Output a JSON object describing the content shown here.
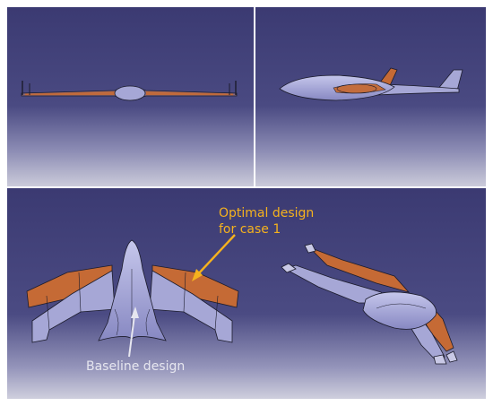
{
  "annotations": {
    "optimal_line1": "Optimal design",
    "optimal_line2": "for case 1",
    "baseline": "Baseline design"
  },
  "colors": {
    "background_top": "#3e3c74",
    "background_bottom": "#c9c9d8",
    "aircraft_body": "#a6a7d6",
    "aircraft_body_dark": "#7677b0",
    "optimal_orange": "#c56a35",
    "optimal_label": "#f5b21e",
    "baseline_label": "#e6e6ef",
    "outline": "#1c1c2c"
  },
  "panels": [
    {
      "name": "front-view"
    },
    {
      "name": "side-view"
    },
    {
      "name": "top-view"
    },
    {
      "name": "isometric-view"
    }
  ]
}
